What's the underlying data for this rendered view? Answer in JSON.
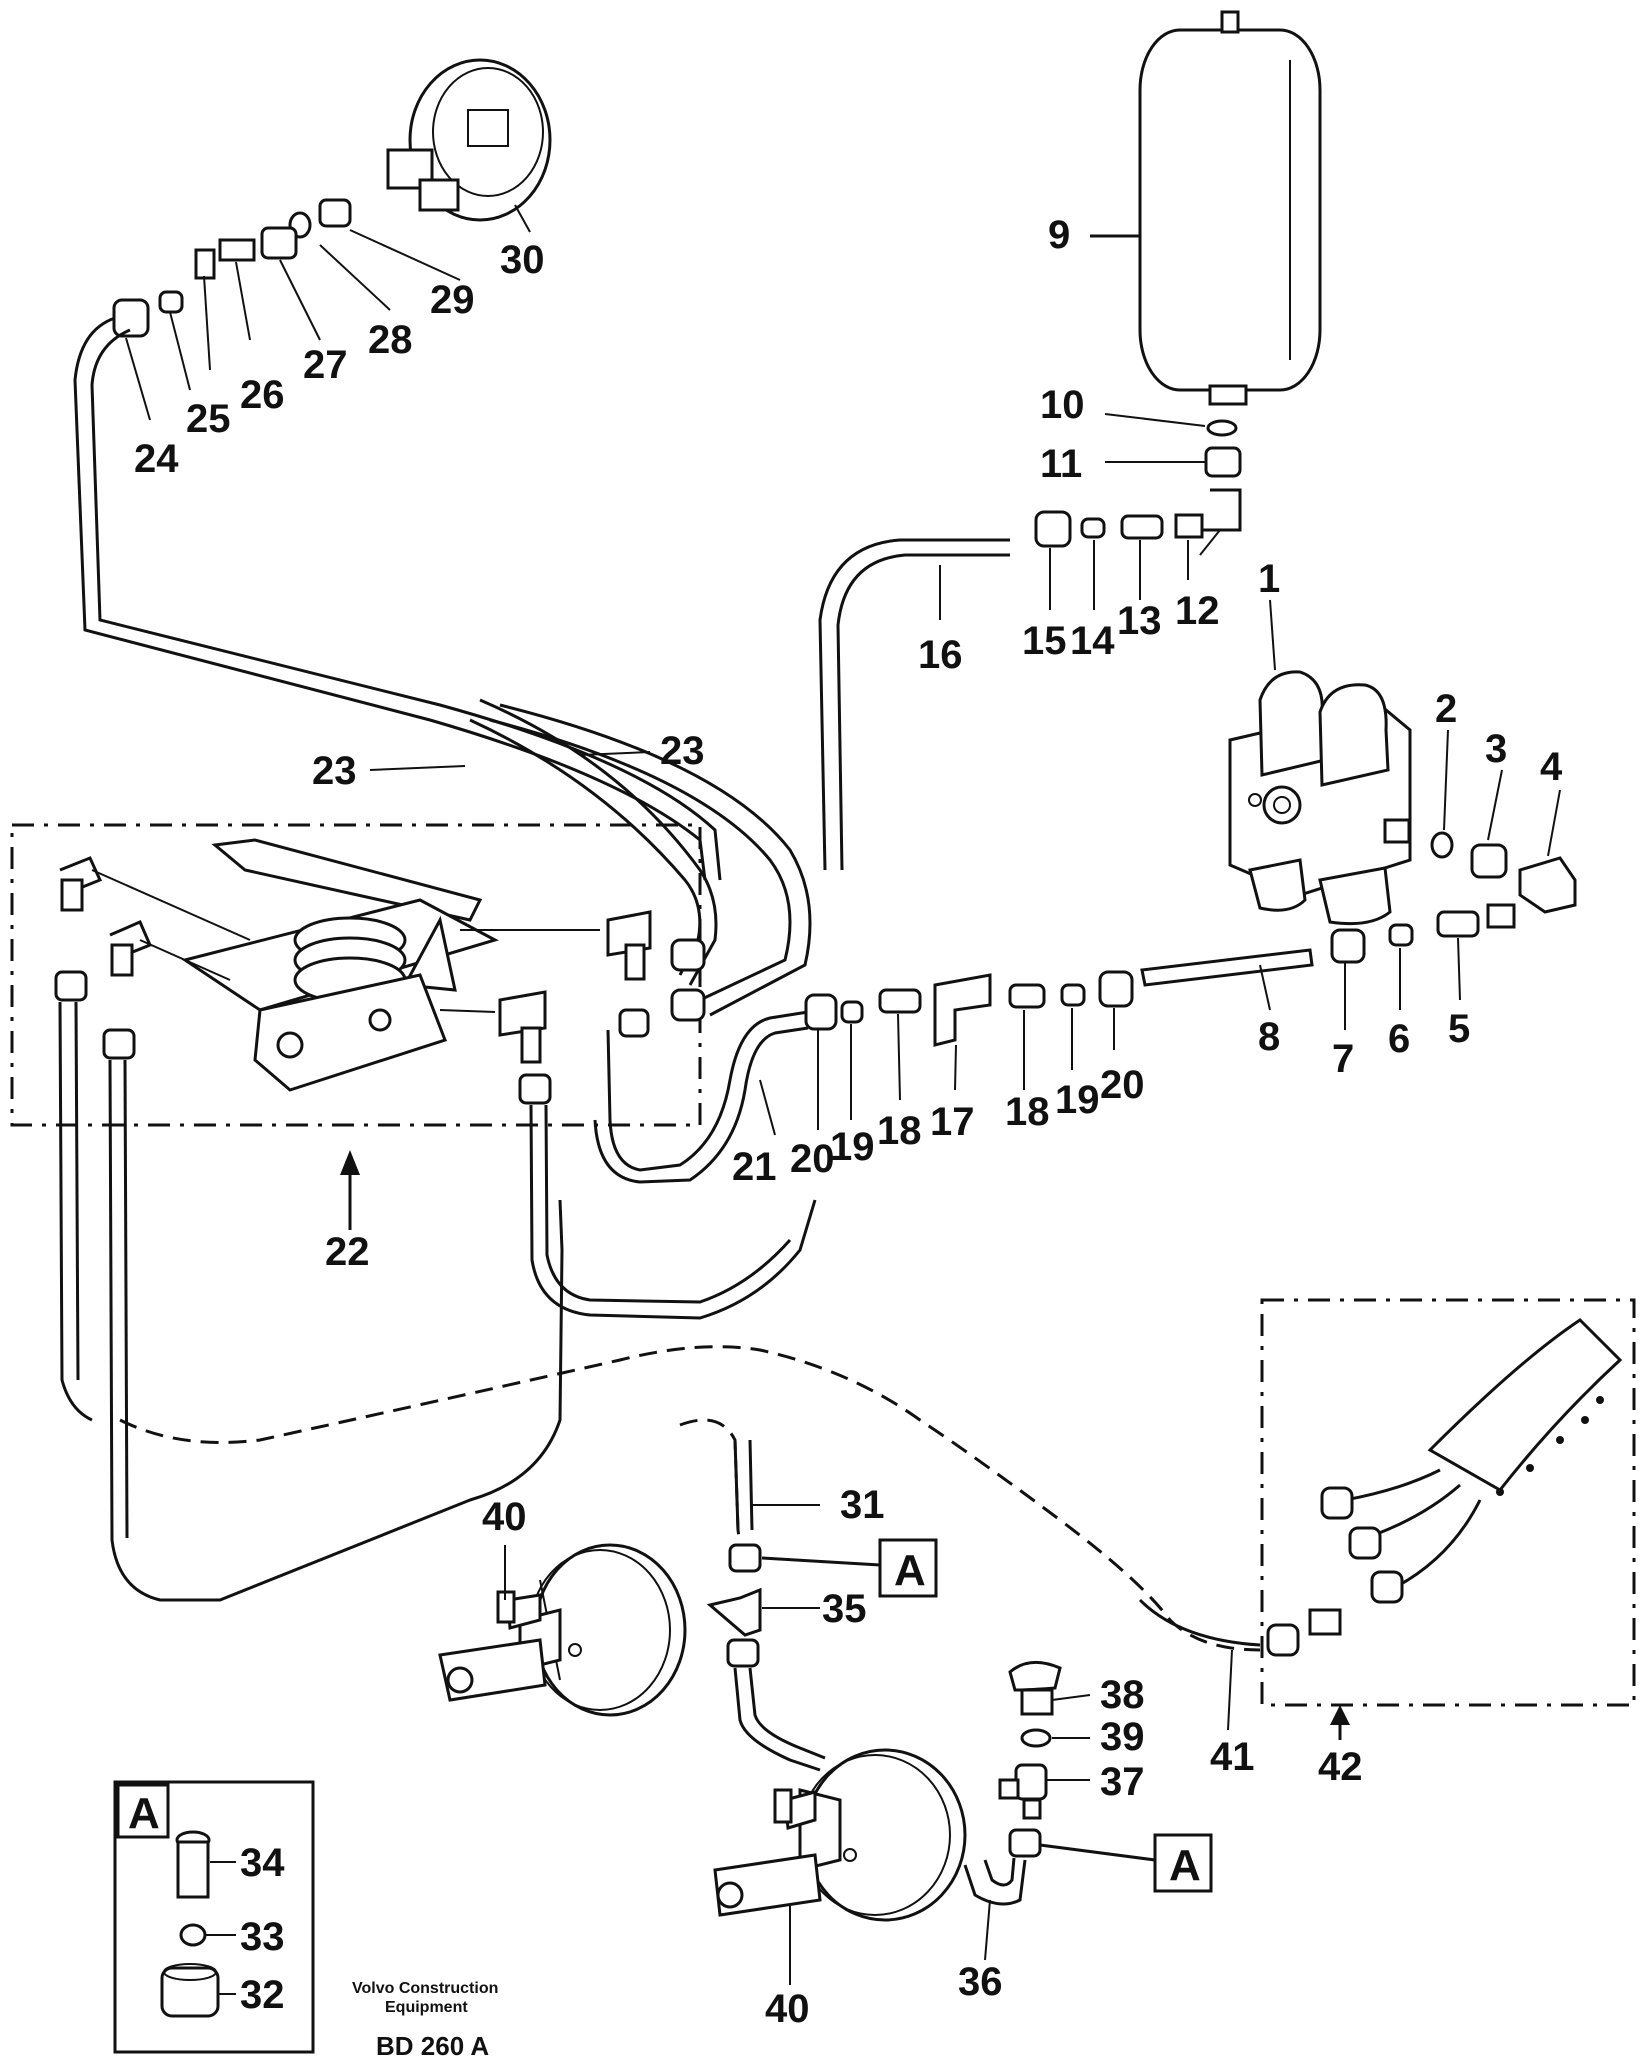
{
  "labels": {
    "p1": "1",
    "p2": "2",
    "p3": "3",
    "p4": "4",
    "p5": "5",
    "p6": "6",
    "p7": "7",
    "p8": "8",
    "p9": "9",
    "p10": "10",
    "p11": "11",
    "p12": "12",
    "p13": "13",
    "p14": "14",
    "p15": "15",
    "p16": "16",
    "p17": "17",
    "p18a": "18",
    "p18b": "18",
    "p19a": "19",
    "p19b": "19",
    "p20a": "20",
    "p20b": "20",
    "p21": "21",
    "p22": "22",
    "p23a": "23",
    "p23b": "23",
    "p24": "24",
    "p25": "25",
    "p26": "26",
    "p27": "27",
    "p28": "28",
    "p29": "29",
    "p30": "30",
    "p31": "31",
    "p32": "32",
    "p33": "33",
    "p34": "34",
    "p35": "35",
    "p36": "36",
    "p37": "37",
    "p38": "38",
    "p39": "39",
    "p40a": "40",
    "p40b": "40",
    "p41": "41",
    "p42": "42"
  },
  "callouts": {
    "a1": "A",
    "a2": "A",
    "a3": "A"
  },
  "footer": {
    "company_line1": "Volvo Construction",
    "company_line2": "Equipment",
    "code": "BD 260 A"
  }
}
